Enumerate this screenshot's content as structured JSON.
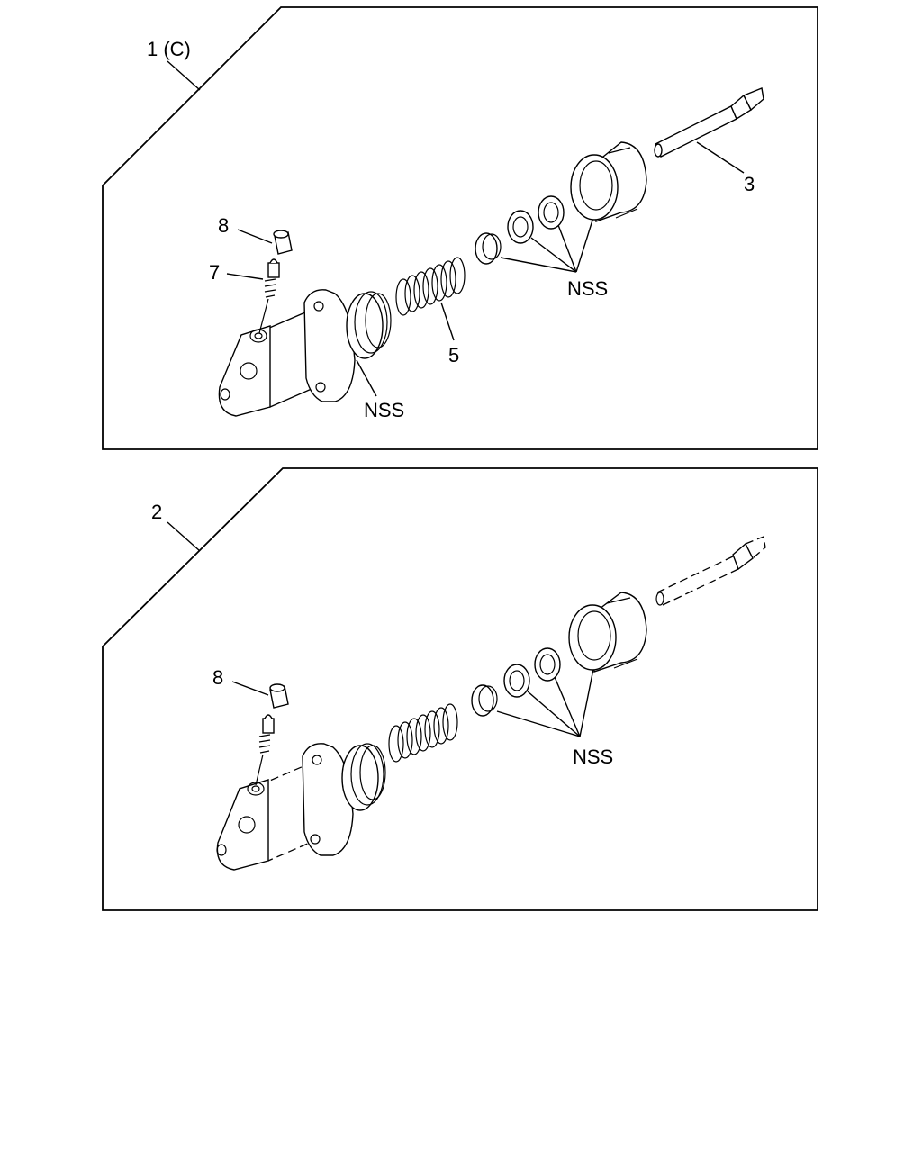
{
  "panels": [
    {
      "id": "panel-1",
      "assembly_label": "1 (C)",
      "callouts": {
        "cap": "8",
        "bleeder": "7",
        "spring": "5",
        "pushrod": "3",
        "nss_seals": "NSS",
        "nss_boot": "NSS"
      }
    },
    {
      "id": "panel-2",
      "assembly_label": "2",
      "callouts": {
        "cap": "8",
        "nss_seals": "NSS"
      }
    }
  ]
}
